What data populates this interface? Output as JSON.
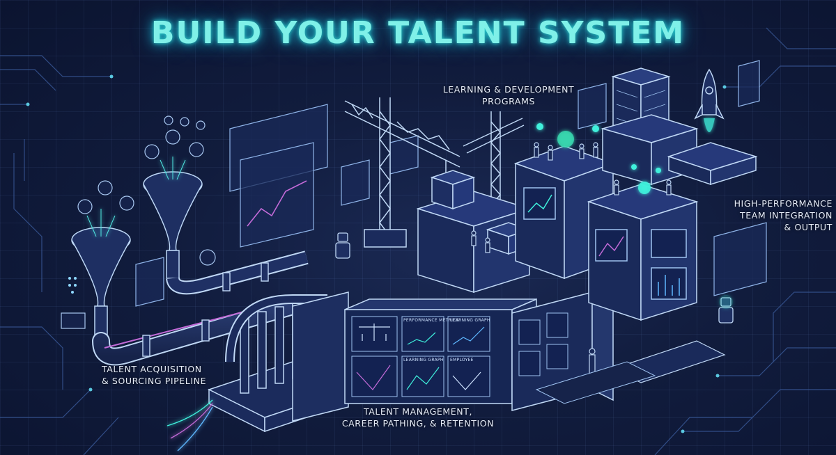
{
  "title": "BUILD YOUR TALENT SYSTEM",
  "labels": {
    "learning": [
      "LEARNING & DEVELOPMENT",
      "PROGRAMS"
    ],
    "high_performance": [
      "HIGH-PERFORMANCE",
      "TEAM INTEGRATION",
      "& OUTPUT"
    ],
    "acquisition": [
      "TALENT ACQUISITION",
      "& SOURCING PIPELINE"
    ],
    "management": [
      "TALENT MANAGEMENT,",
      "CAREER PATHING, & RETENTION"
    ]
  },
  "panels": {
    "performance_metrics": "PERFORMANCE METRICS",
    "learning_graph_1": "LEARNING GRAPH",
    "learning_graph_2": "LEARNING GRAPH",
    "employee": "EMPLOYEE"
  },
  "colors": {
    "background": "#111c3d",
    "line": "#9fc3f0",
    "glow_cyan": "#3ff0dc",
    "accent_magenta": "#c36bd8",
    "title": "#7ff0e8"
  }
}
